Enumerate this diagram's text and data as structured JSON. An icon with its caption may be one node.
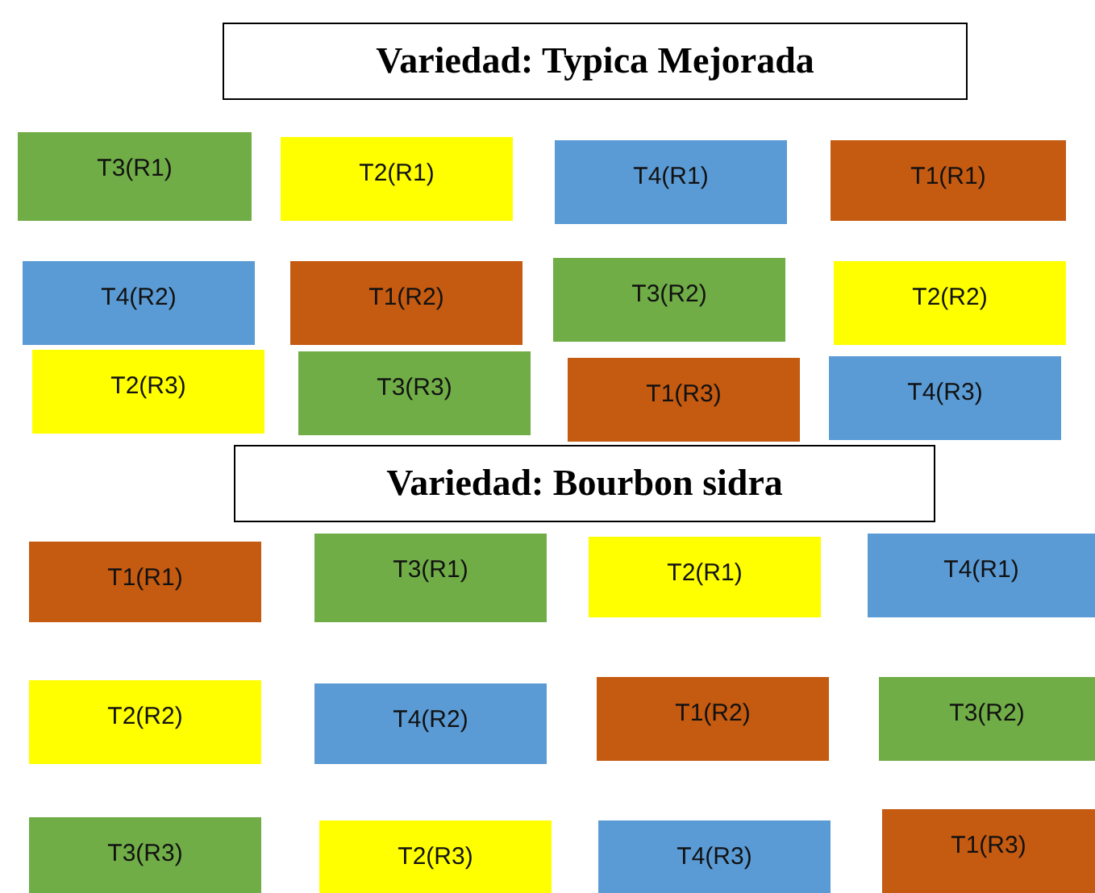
{
  "diagram": {
    "nodes": [
      {
        "text": [
          "Variedad: Typica Mejorada"
        ]
      },
      {
        "text": [
          "T3(R1)"
        ]
      },
      {
        "text": [
          "T2(R1)"
        ]
      },
      {
        "text": [
          "T4(R1)"
        ]
      },
      {
        "text": [
          "T1(R1)"
        ]
      },
      {
        "text": [
          "T4(R2)"
        ]
      },
      {
        "text": [
          "T1(R2)"
        ]
      },
      {
        "text": [
          "T3(R2)"
        ]
      },
      {
        "text": [
          "T2(R2)"
        ]
      },
      {
        "text": [
          "T2(R3)"
        ]
      },
      {
        "text": [
          "T3(R3)"
        ]
      },
      {
        "text": [
          "T1(R3)"
        ]
      },
      {
        "text": [
          "T4(R3)"
        ]
      },
      {
        "text": [
          "Variedad: Bourbon sidra"
        ]
      },
      {
        "text": [
          "T1(R1)"
        ]
      },
      {
        "text": [
          "T3(R1)"
        ]
      },
      {
        "text": [
          "T2(R1)"
        ]
      },
      {
        "text": [
          "T4(R1)"
        ]
      },
      {
        "text": [
          "T2(R2)"
        ]
      },
      {
        "text": [
          "T4(R2)"
        ]
      },
      {
        "text": [
          "T1(R2)"
        ]
      },
      {
        "text": [
          "T3(R2)"
        ]
      },
      {
        "text": [
          "T3(R3)"
        ]
      },
      {
        "text": [
          "T2(R3)"
        ]
      },
      {
        "text": [
          "T4(R3)"
        ]
      },
      {
        "text": [
          "T1(R3)"
        ]
      }
    ],
    "edges": []
  }
}
